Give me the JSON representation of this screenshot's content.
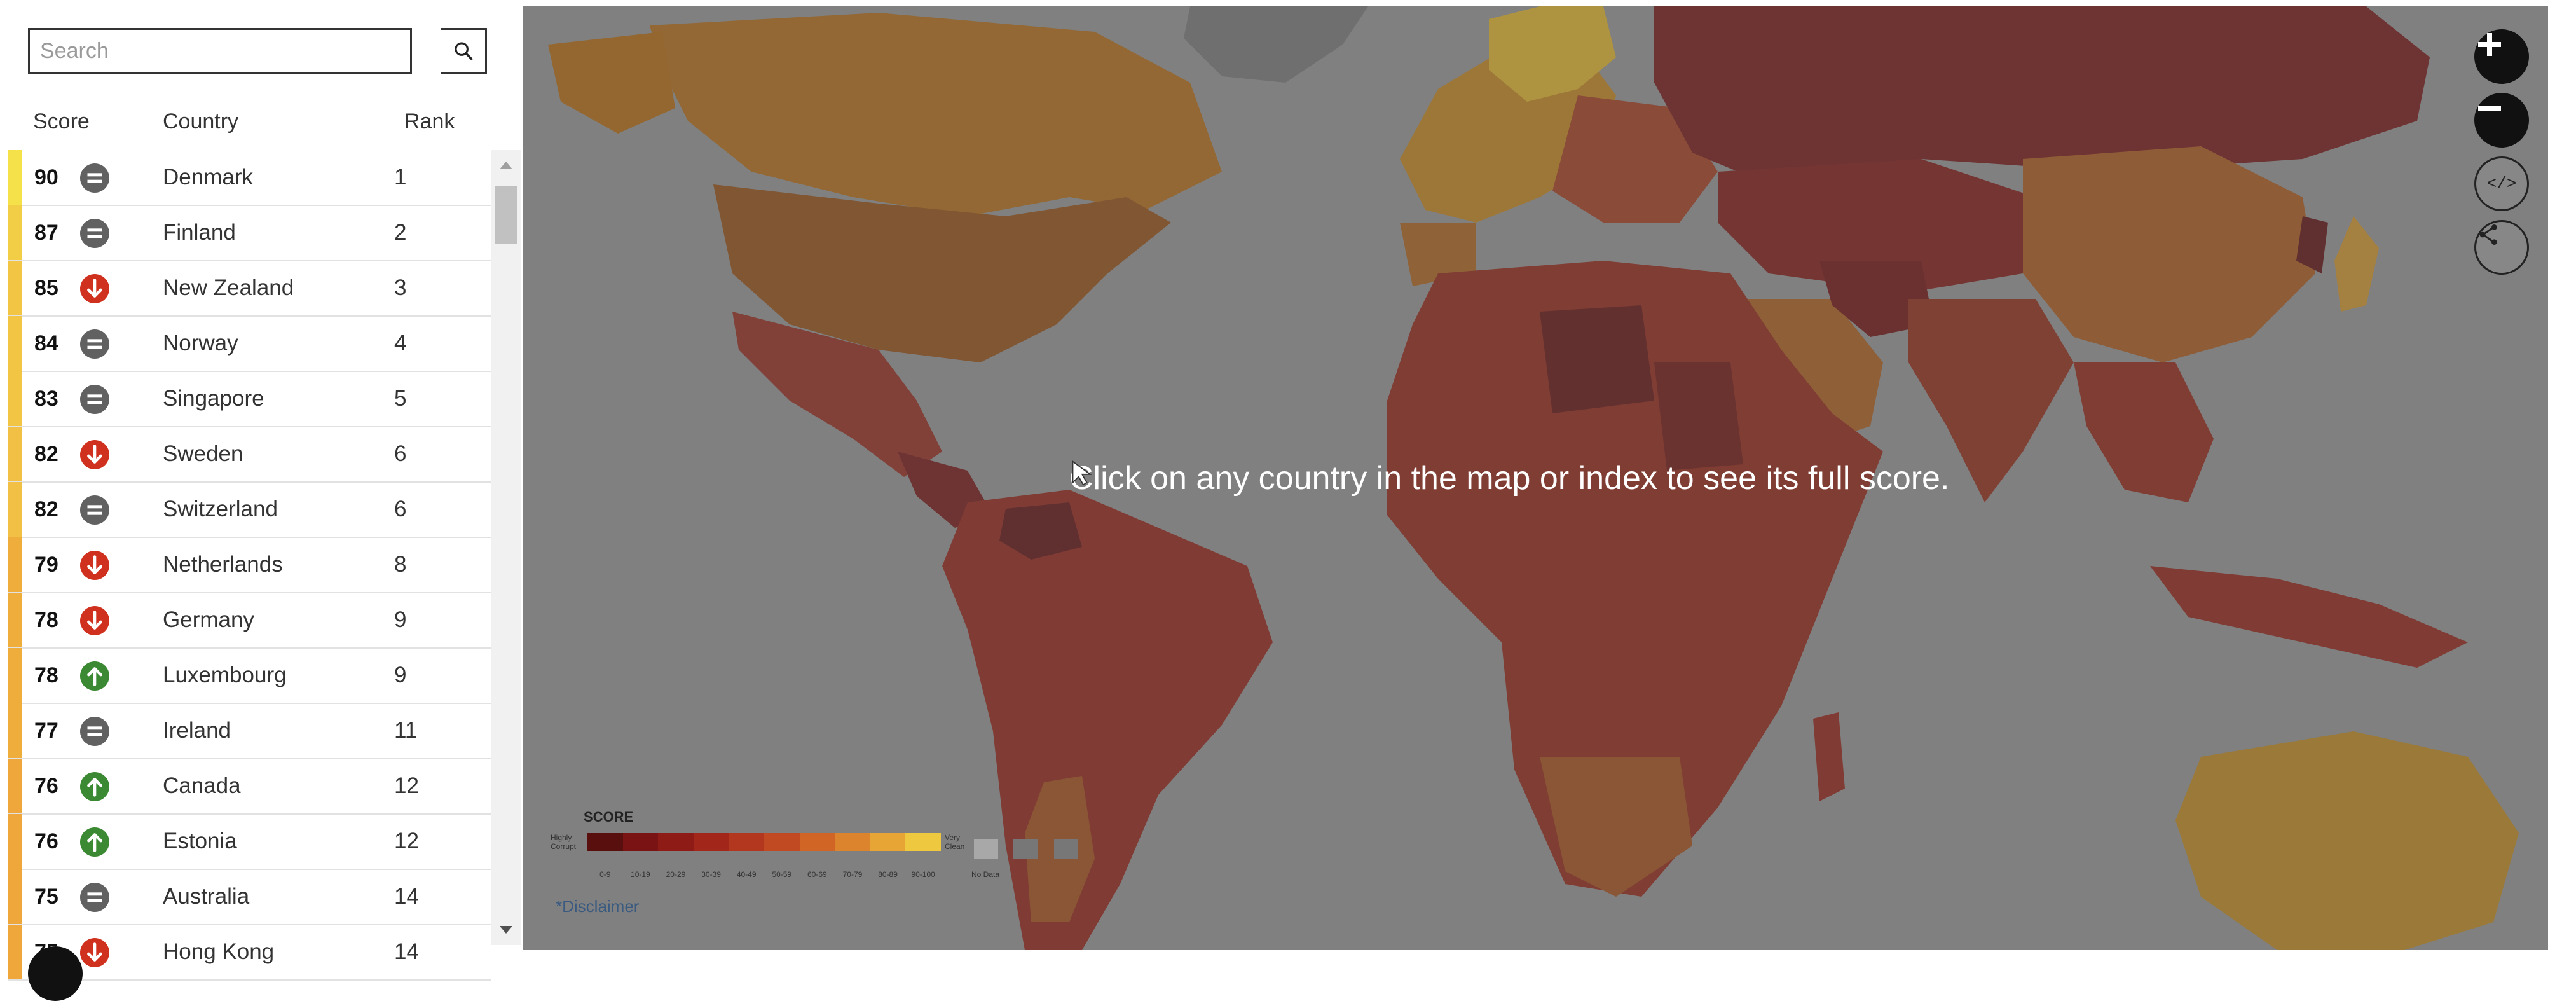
{
  "search": {
    "placeholder": "Search"
  },
  "columns": {
    "score": "Score",
    "country": "Country",
    "rank": "Rank"
  },
  "rows": [
    {
      "score": "90",
      "trend": "equal",
      "country": "Denmark",
      "rank": "1",
      "color": "#f5e14a"
    },
    {
      "score": "87",
      "trend": "equal",
      "country": "Finland",
      "rank": "2",
      "color": "#f2cd46"
    },
    {
      "score": "85",
      "trend": "down",
      "country": "New Zealand",
      "rank": "3",
      "color": "#f2c644"
    },
    {
      "score": "84",
      "trend": "equal",
      "country": "Norway",
      "rank": "4",
      "color": "#f2c644"
    },
    {
      "score": "83",
      "trend": "equal",
      "country": "Singapore",
      "rank": "5",
      "color": "#f2c644"
    },
    {
      "score": "82",
      "trend": "down",
      "country": "Sweden",
      "rank": "6",
      "color": "#f2c044"
    },
    {
      "score": "82",
      "trend": "equal",
      "country": "Switzerland",
      "rank": "6",
      "color": "#f2c044"
    },
    {
      "score": "79",
      "trend": "down",
      "country": "Netherlands",
      "rank": "8",
      "color": "#efad3c"
    },
    {
      "score": "78",
      "trend": "down",
      "country": "Germany",
      "rank": "9",
      "color": "#efad3c"
    },
    {
      "score": "78",
      "trend": "up",
      "country": "Luxembourg",
      "rank": "9",
      "color": "#efad3c"
    },
    {
      "score": "77",
      "trend": "equal",
      "country": "Ireland",
      "rank": "11",
      "color": "#efad3c"
    },
    {
      "score": "76",
      "trend": "up",
      "country": "Canada",
      "rank": "12",
      "color": "#efa63a"
    },
    {
      "score": "76",
      "trend": "up",
      "country": "Estonia",
      "rank": "12",
      "color": "#efa63a"
    },
    {
      "score": "75",
      "trend": "equal",
      "country": "Australia",
      "rank": "14",
      "color": "#efa63a"
    },
    {
      "score": "75",
      "trend": "down",
      "country": "Hong Kong",
      "rank": "14",
      "color": "#efa63a"
    }
  ],
  "trend_colors": {
    "equal": "#616161",
    "down": "#d0311e",
    "up": "#3b8a33"
  },
  "icons": {
    "search": "search-icon",
    "equal": "equal-icon",
    "down": "arrow-down-icon",
    "up": "arrow-up-icon",
    "zoom_in": "plus-icon",
    "zoom_out": "minus-icon",
    "embed": "code-icon",
    "share": "share-icon",
    "cursor": "pointer-cursor-icon"
  },
  "map": {
    "hint": "Click on any country in the map or index to see its full score.",
    "embed_label": "</>",
    "legend": {
      "title": "SCORE",
      "highly_corrupt": "Highly Corrupt",
      "very_clean": "Very Clean",
      "no_data": "No Data",
      "ticks": [
        "0-9",
        "10-19",
        "20-29",
        "30-39",
        "40-49",
        "50-59",
        "60-69",
        "70-79",
        "80-89",
        "90-100"
      ],
      "colors": [
        "#5a0f0f",
        "#7a1414",
        "#8f1b16",
        "#a3261a",
        "#b3361e",
        "#c24a22",
        "#d06526",
        "#dc842d",
        "#e6a534",
        "#eec93f"
      ]
    },
    "disclaimer": "*Disclaimer"
  }
}
